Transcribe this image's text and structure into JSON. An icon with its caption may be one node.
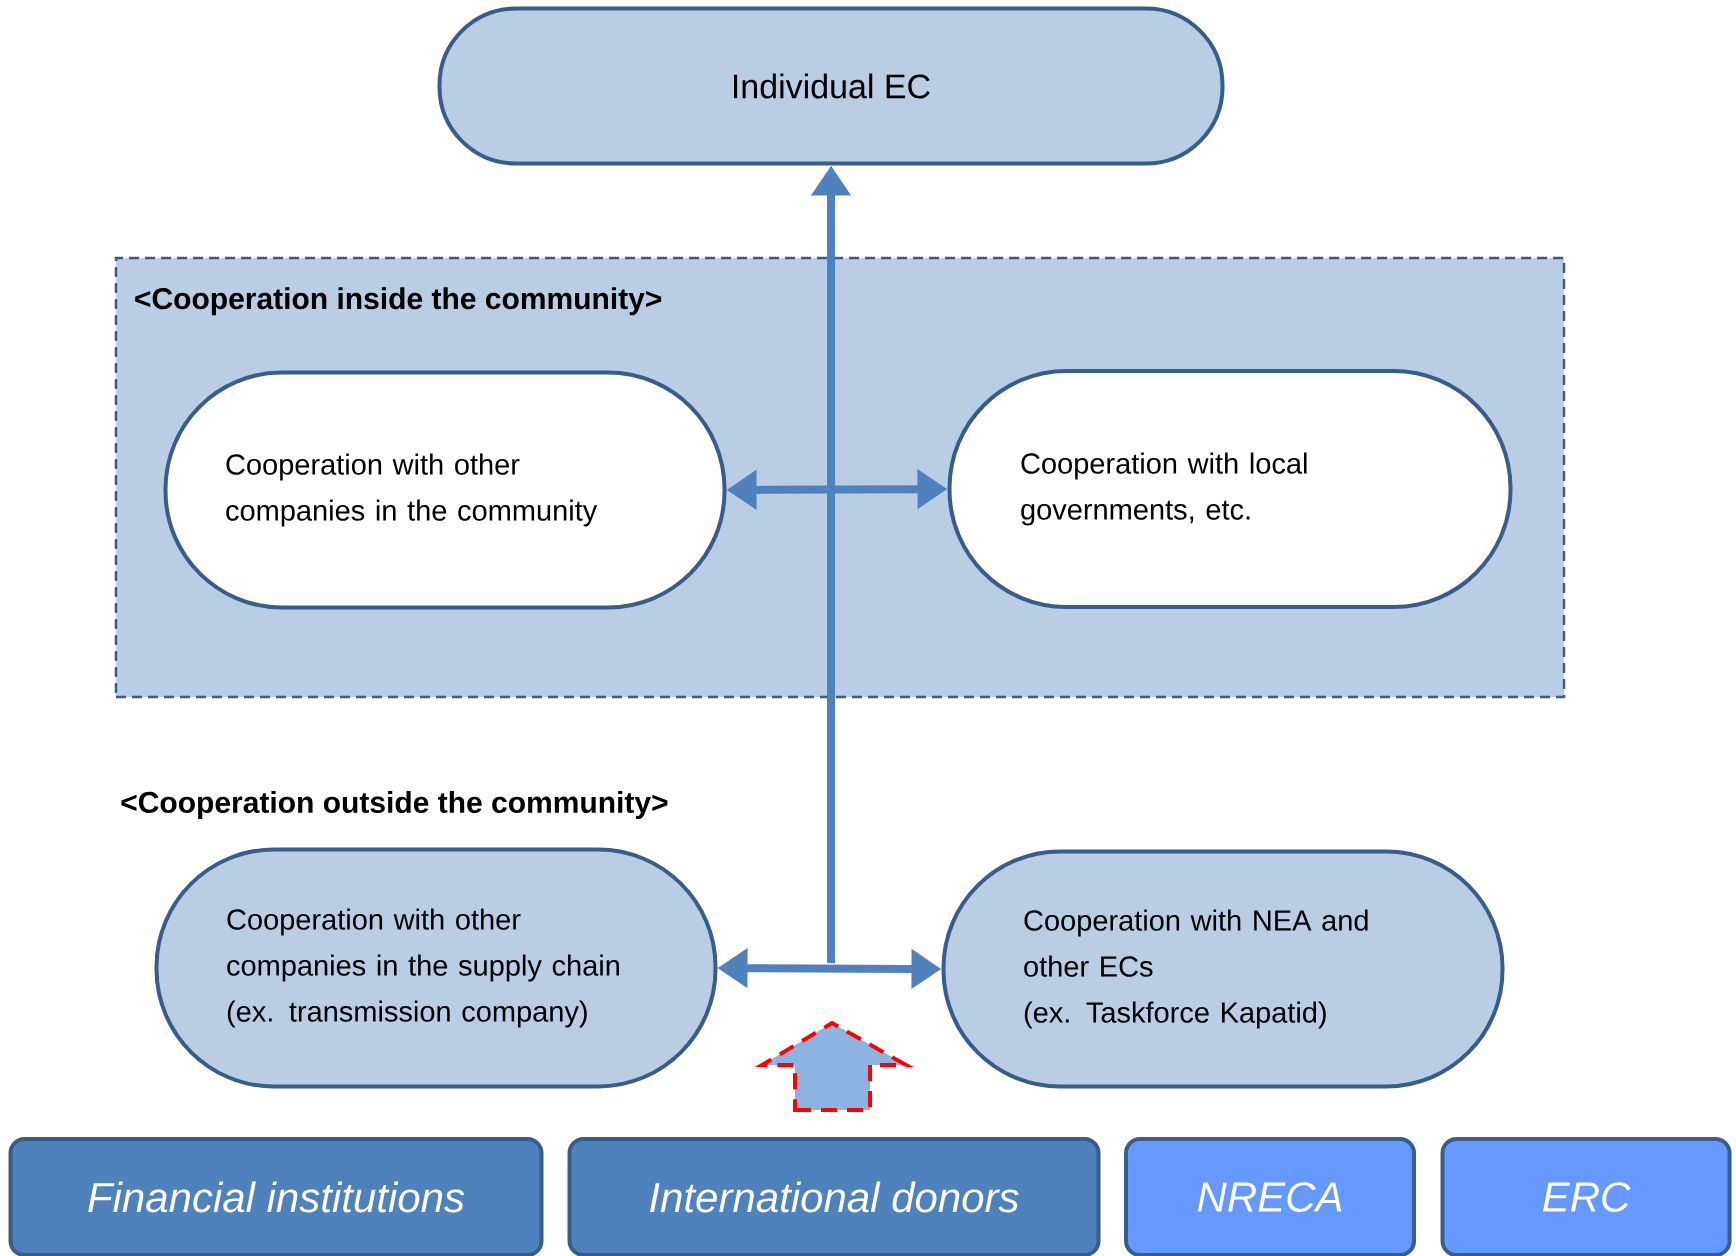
{
  "diagram": {
    "nodes": [
      {
        "text": [
          "Individual EC"
        ]
      },
      {
        "text": [
          "<Cooperation inside the community>"
        ]
      },
      {
        "text": [
          "Cooperation with other companies in the community"
        ],
        "in": 1
      },
      {
        "text": [
          "Cooperation with local governments, etc."
        ],
        "in": 1
      },
      {
        "text": [
          "Cooperation with other companies in the supply chain",
          "(ex. transmission company)"
        ]
      },
      {
        "text": [
          "Cooperation with NEA and other ECs",
          "(ex. Taskforce Kapatid)"
        ]
      },
      {
        "text": [
          "Financial institutions"
        ]
      },
      {
        "text": [
          "International donors"
        ]
      },
      {
        "text": [
          "NRECA"
        ]
      },
      {
        "text": [
          "ERC"
        ]
      }
    ],
    "edges": [
      {
        "from": null,
        "to": 0,
        "arrow": "to"
      },
      {
        "from": 2,
        "to": 3,
        "arrow": "both"
      },
      {
        "from": 4,
        "to": 5,
        "arrow": "both"
      },
      {
        "from": 7,
        "to": null,
        "arrow": "to",
        "style": "dashed",
        "color": "#ff0000"
      }
    ],
    "labels": [
      "<Cooperation outside the community>"
    ]
  }
}
